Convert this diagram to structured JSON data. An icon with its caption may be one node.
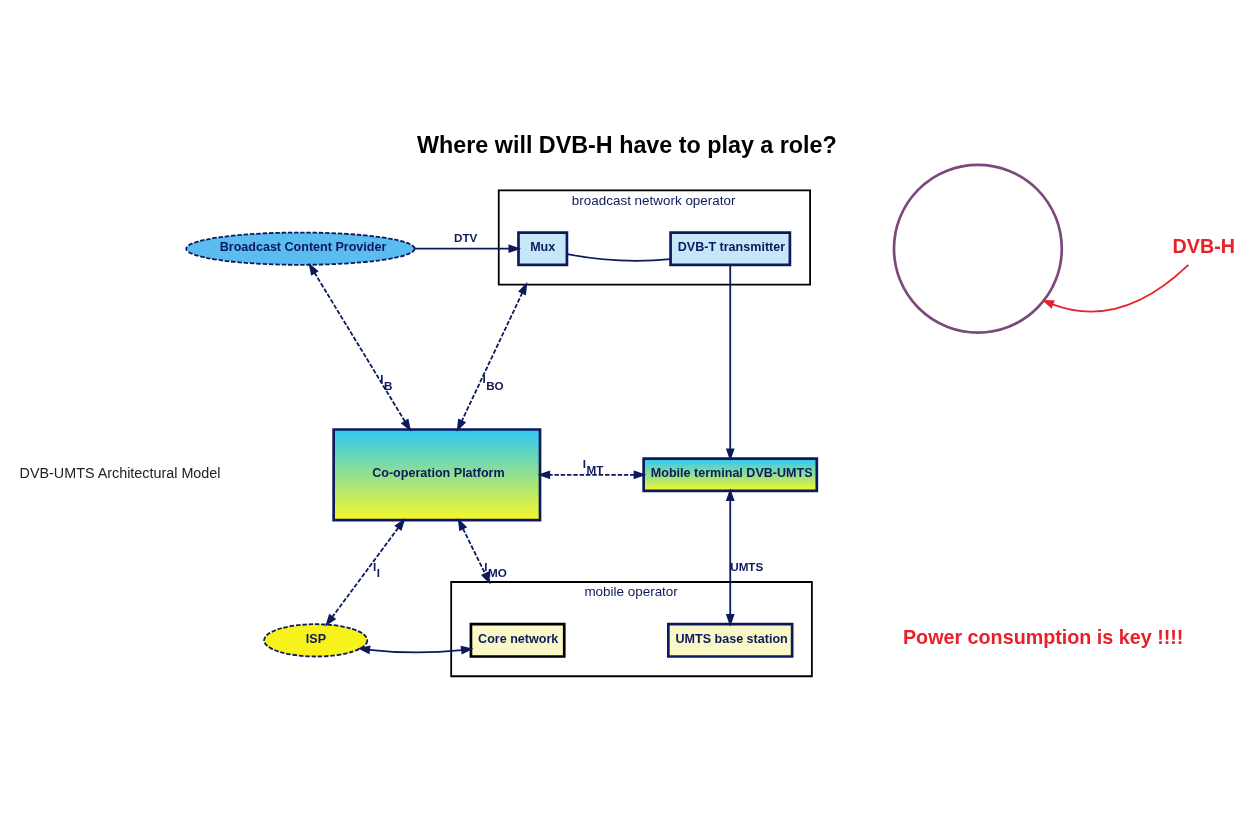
{
  "diagram": {
    "title": "Where will DVB-H have to play a role?",
    "nodes": [
      {
        "text": [
          "broadcast network operator"
        ]
      },
      {
        "text": [
          "Mux"
        ],
        "in": 0
      },
      {
        "text": [
          "DVB-T transmitter"
        ],
        "in": 0
      },
      {
        "text": [
          "Broadcast Content Provider"
        ]
      },
      {
        "text": [
          "Co-operation Platform"
        ]
      },
      {
        "text": [
          "Mobile terminal DVB-UMTS"
        ]
      },
      {
        "text": [
          "ISP"
        ]
      },
      {
        "text": [
          "mobile operator"
        ]
      },
      {
        "text": [
          "Core network"
        ],
        "in": 7
      },
      {
        "text": [
          "UMTS base station"
        ],
        "in": 7
      },
      {
        "text": [],
        "shape": "circle"
      },
      {
        "text": [
          "DVB-H"
        ]
      }
    ],
    "edges": [
      {
        "from": 3,
        "to": 1,
        "arrow": "to",
        "label": "DTV"
      },
      {
        "from": 1,
        "to": 2,
        "arrow": "none"
      },
      {
        "from": 2,
        "to": 5,
        "arrow": "to"
      },
      {
        "from": 3,
        "to": 4,
        "arrow": "both",
        "style": "dashed",
        "label": "I$_{B}$"
      },
      {
        "from": 0,
        "to": 4,
        "arrow": "both",
        "style": "dashed",
        "label": "I$_{BO}$"
      },
      {
        "from": 5,
        "to": 4,
        "arrow": "both",
        "style": "dashed",
        "label": "I$_{MT}$"
      },
      {
        "from": 4,
        "to": 6,
        "arrow": "both",
        "style": "dashed",
        "label": "I$_{I}$"
      },
      {
        "from": 4,
        "to": 7,
        "arrow": "both",
        "style": "dashed",
        "label": "I$_{MO}$"
      },
      {
        "from": 6,
        "to": 8,
        "arrow": "both"
      },
      {
        "from": 9,
        "to": 5,
        "arrow": "both",
        "label": "UMTS"
      },
      {
        "from": 11,
        "to": 10,
        "arrow": "to",
        "color": "#e8202a"
      }
    ],
    "labels": [
      "DVB-UMTS Architectural Model",
      "Power consumption is key !!!!"
    ]
  }
}
